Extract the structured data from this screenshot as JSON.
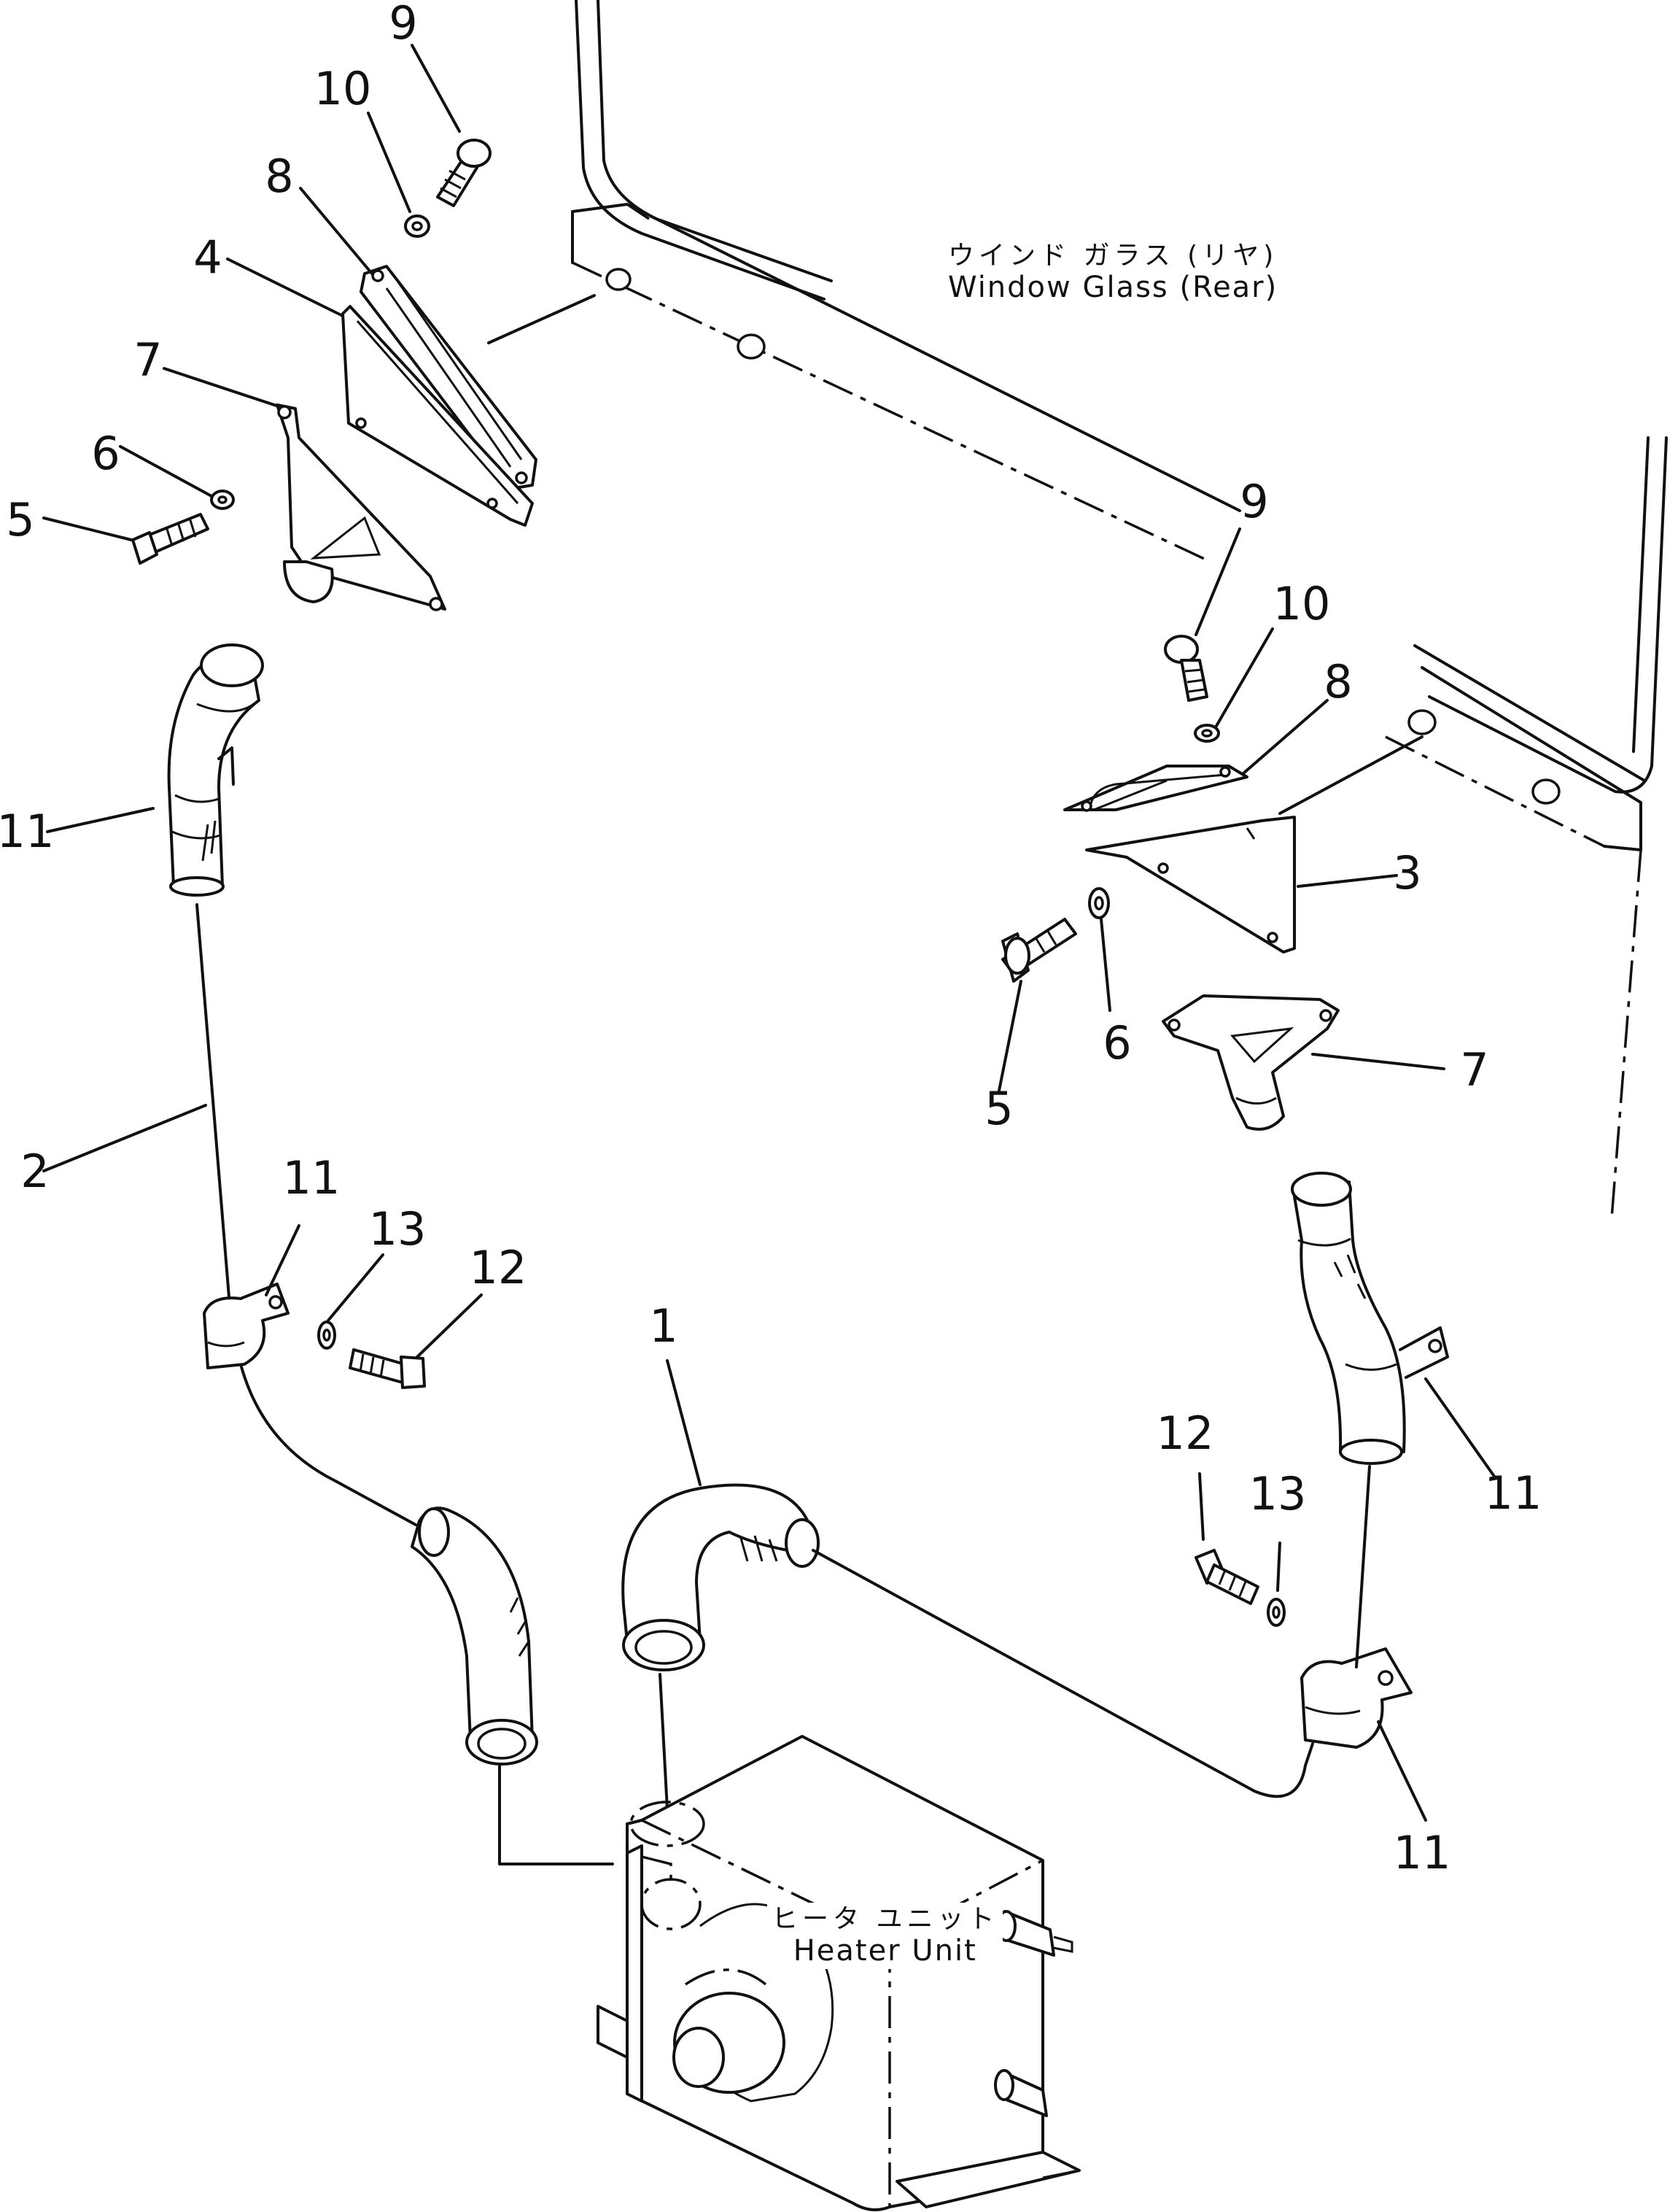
{
  "captions": {
    "window_glass": {
      "jp": "ウインド ガラス (リヤ)",
      "en": "Window  Glass (Rear)"
    },
    "heater_unit": {
      "jp": "ヒータ ユニット",
      "en": "Heater Unit"
    }
  },
  "callouts": {
    "c_9_top": "9",
    "c_10_top": "10",
    "c_8_top": "8",
    "c_4": "4",
    "c_7_left": "7",
    "c_6_left": "6",
    "c_5_left": "5",
    "c_11_left_top": "11",
    "c_2": "2",
    "c_11_left_clamp": "11",
    "c_13_left": "13",
    "c_12_left": "12",
    "c_1": "1",
    "c_9_right": "9",
    "c_10_right": "10",
    "c_8_right": "8",
    "c_3": "3",
    "c_5_right": "5",
    "c_6_right": "6",
    "c_7_right": "7",
    "c_11_right_top": "11",
    "c_12_right": "12",
    "c_13_right": "13",
    "c_11_right_clamp": "11"
  }
}
